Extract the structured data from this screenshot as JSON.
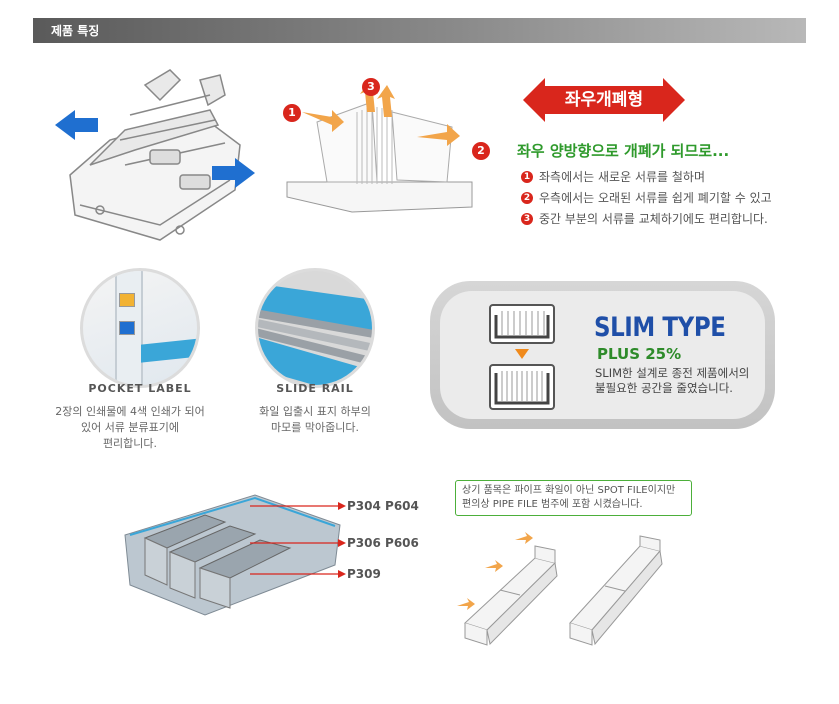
{
  "header": {
    "title": "제품 특징"
  },
  "opening": {
    "badge_text": "좌우개폐형",
    "headline": "좌우 양방향으로 개폐가 되므로...",
    "items": [
      {
        "num": "1",
        "text": "좌측에서는 새로운 서류를 철하며"
      },
      {
        "num": "2",
        "text": "우측에서는 오래된 서류를 쉽게 폐기할 수 있고"
      },
      {
        "num": "3",
        "text": "중간 부분의 서류를 교체하기에도 편리합니다."
      }
    ],
    "diagram_markers": [
      "1",
      "3",
      "2"
    ]
  },
  "pocket_label": {
    "title": "POCKET LABEL",
    "desc_lines": [
      "2장의 인쇄물에 4색 인쇄가 되어",
      "있어 서류 분류표기에",
      "편리합니다."
    ]
  },
  "slide_rail": {
    "title": "SLIDE RAIL",
    "desc_lines": [
      "화일 입출시 표지 하부의",
      "마모를 막아줍니다."
    ]
  },
  "slim": {
    "title": "SLIM TYPE",
    "plus": "PLUS 25%",
    "desc_lines": [
      "SLIM한 설계로 종전 제품에서의",
      "불필요한 공간을 줄였습니다."
    ]
  },
  "products": {
    "codes": [
      {
        "label": "P304   P604"
      },
      {
        "label": "P306   P606"
      },
      {
        "label": "P309"
      }
    ],
    "note_lines": [
      "상기 품목은  파이프 화일이 아닌 SPOT FILE이지만",
      "편의상 PIPE FILE 범주에 포함 시켰습니다."
    ]
  },
  "colors": {
    "accent_red": "#d9261c",
    "accent_green": "#2f9a2c",
    "slim_blue": "#1f4fa8",
    "arrow_blue": "#1f6fd0",
    "arrow_orange": "#f2a54a"
  }
}
